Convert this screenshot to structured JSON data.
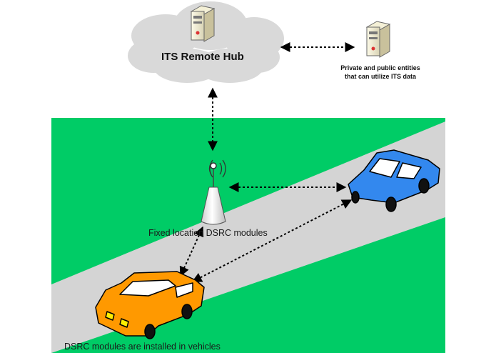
{
  "diagram": {
    "hub": {
      "label": "ITS Remote Hub",
      "icon": "server-icon"
    },
    "entities": {
      "line1": "Private and public entities",
      "line2": "that can utilize ITS data",
      "icon": "server-icon"
    },
    "roadside_unit": {
      "label": "Fixed location DSRC modules",
      "icon": "antenna-tower-icon"
    },
    "vehicles": {
      "label": "DSRC modules are installed in vehicles",
      "orange_icon": "car-icon",
      "blue_icon": "car-icon"
    },
    "colors": {
      "grass": "#00cc66",
      "road": "#d4d4d4",
      "cloud": "#d9d9d9",
      "orange_car": "#ff9900",
      "blue_car": "#3388ee",
      "arrow": "#000000"
    }
  }
}
